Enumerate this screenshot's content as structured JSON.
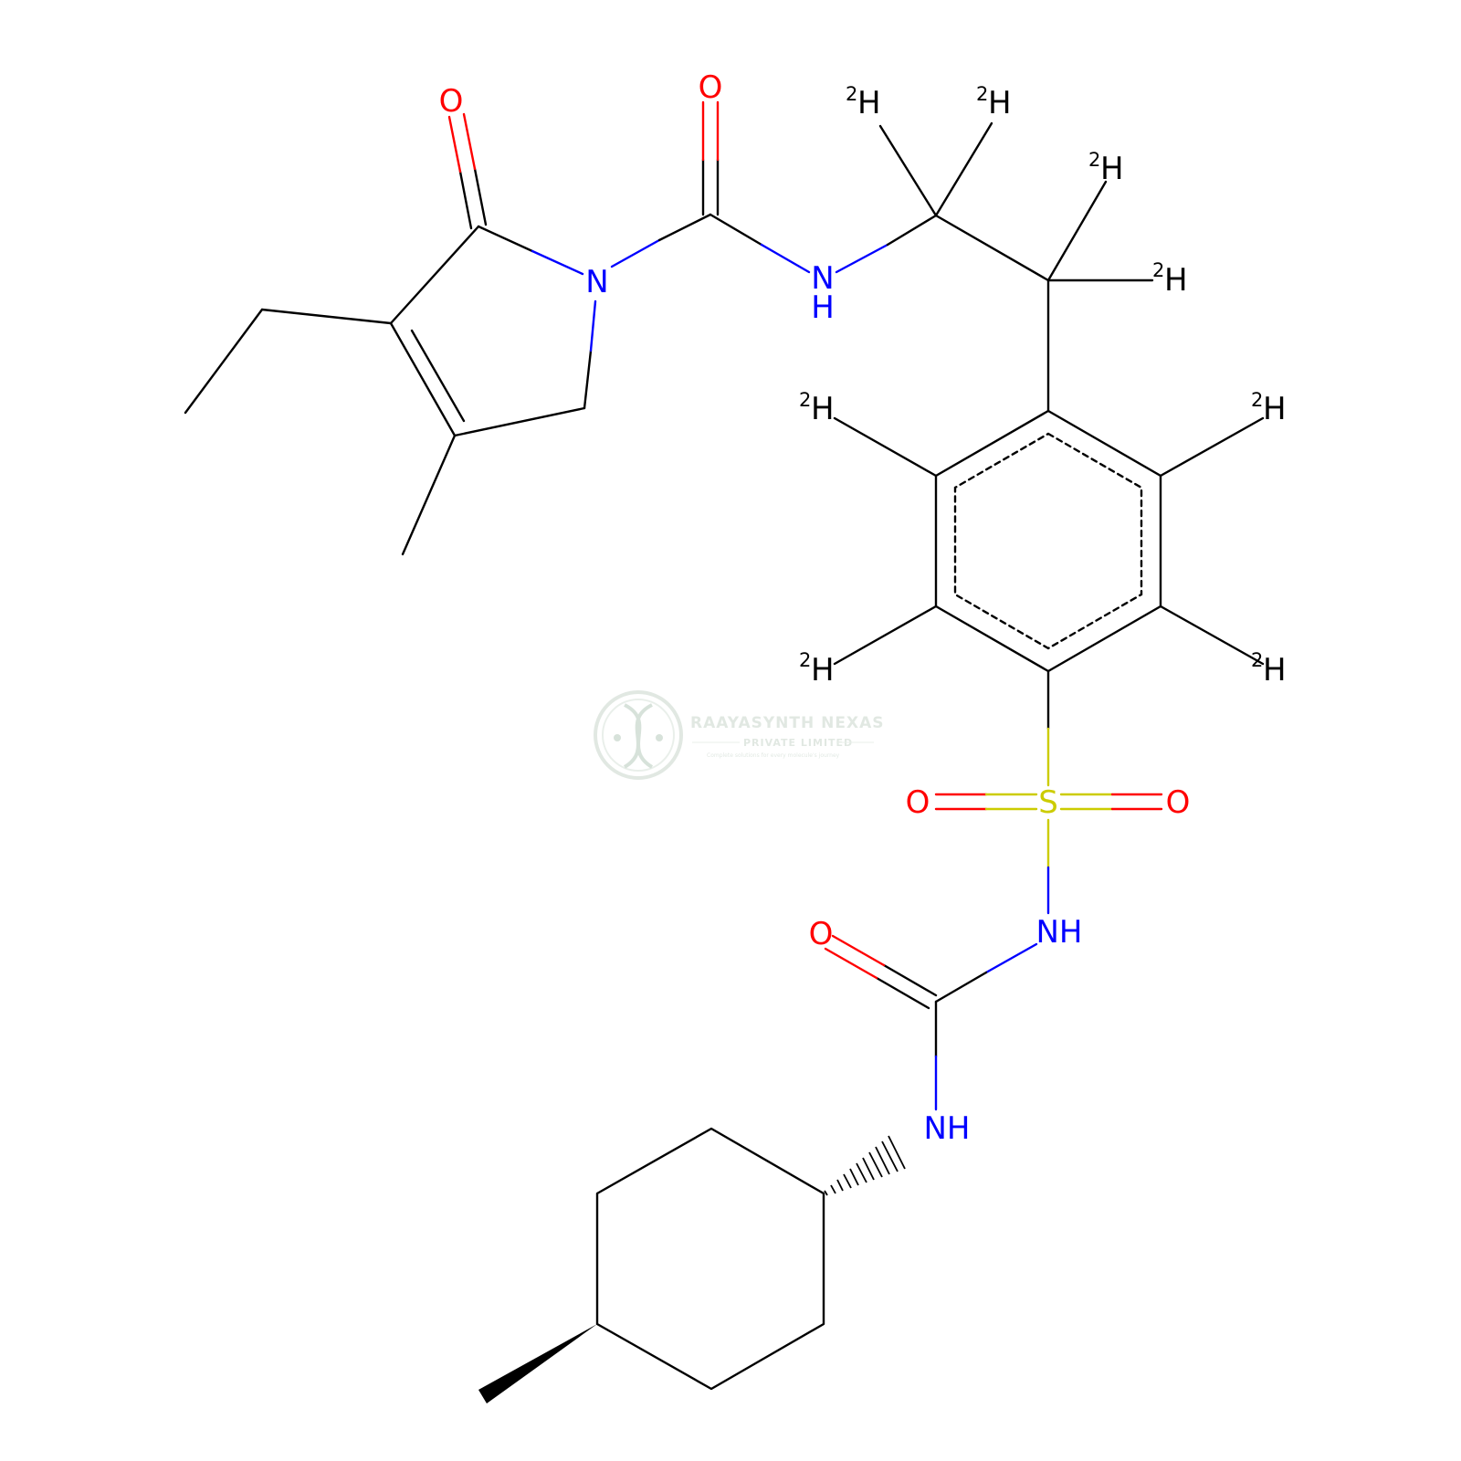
{
  "colors": {
    "bond": "#000000",
    "nitrogen": "#0000ff",
    "oxygen": "#ff0000",
    "sulfur": "#cccc00",
    "watermark": "#c9d6cc"
  },
  "atom_labels": {
    "o_lactam": "O",
    "o_carbamoyl": "O",
    "n_ring": "N",
    "nh_amide_n": "N",
    "nh_amide_h": "H",
    "d1_mass": "2",
    "d1_h": "H",
    "d2_mass": "2",
    "d2_h": "H",
    "d3_mass": "2",
    "d3_h": "H",
    "d4_mass": "2",
    "d4_h": "H",
    "d5_mass": "2",
    "d5_h": "H",
    "d6_mass": "2",
    "d6_h": "H",
    "d7_mass": "2",
    "d7_h": "H",
    "d8_mass": "2",
    "d8_h": "H",
    "s": "S",
    "o_s_left": "O",
    "o_s_right": "O",
    "nh_sulfonyl": "NH",
    "o_urea": "O",
    "nh_urea": "NH"
  },
  "watermark": {
    "company": "RAAYASYNTH NEXAS",
    "subtitle": "PRIVATE LIMITED",
    "tagline": "Complete solutions for every molecule's journey"
  }
}
